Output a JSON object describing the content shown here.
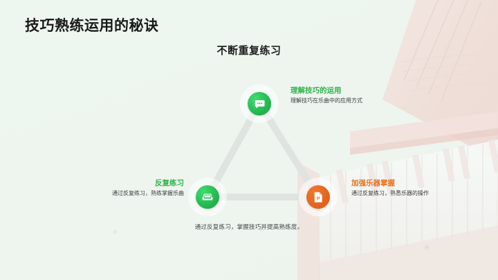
{
  "slide": {
    "title": "技巧熟练运用的秘诀",
    "subtitle": "不断重复练习",
    "caption": "通过反复练习，掌握技巧并提高熟练度。"
  },
  "colors": {
    "background": "#eef5ef",
    "green": "#22b14c",
    "green_text": "#2cb34a",
    "orange": "#e2621c",
    "orange_text": "#e8701e",
    "connector": "#dfe4e0",
    "title_text": "#1a1a1a",
    "body_text": "#3d3d3d",
    "piano_pink": "#f3c9c4"
  },
  "diagram": {
    "type": "triangle-cycle",
    "nodes": [
      {
        "id": "top",
        "title": "理解技巧的运用",
        "desc": "理解技巧在乐曲中的应用方式",
        "icon": "speech-bubble-icon",
        "color": "#22b14c",
        "title_color": "#2cb34a",
        "position": "top"
      },
      {
        "id": "left",
        "title": "反复练习",
        "desc": "通过反复练习，熟练掌握乐曲",
        "icon": "sofa-icon",
        "color": "#22b14c",
        "title_color": "#2cb34a",
        "position": "bottom-left"
      },
      {
        "id": "right",
        "title": "加强乐器掌握",
        "desc": "通过反复练习，熟悉乐器的操作",
        "icon": "presentation-file-icon",
        "color": "#e2621c",
        "title_color": "#e8701e",
        "position": "bottom-right"
      }
    ]
  },
  "background": {
    "illustration": "piano-illustration",
    "sparkles": [
      "✳",
      "✳",
      "✳"
    ],
    "music_notes": [
      "♪",
      "♫"
    ]
  }
}
